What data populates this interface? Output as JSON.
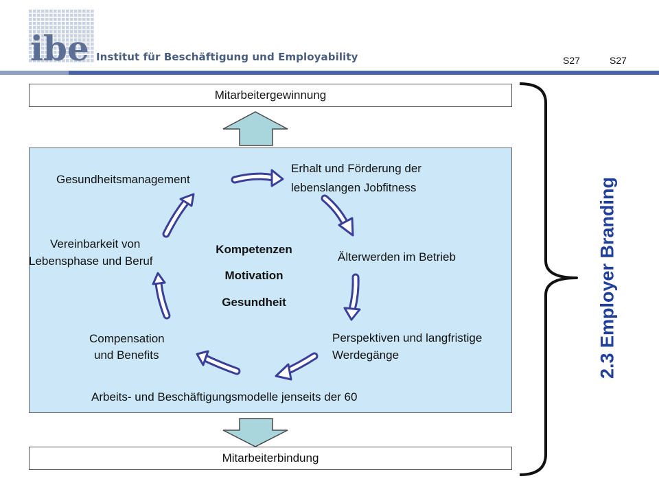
{
  "header": {
    "logo_text": "ibe",
    "institute": "Institut für Beschäftigung und Employability",
    "slide_number_left": "S27",
    "slide_number_right": "S27",
    "line_color": "#4a63a8"
  },
  "diagram": {
    "top_box": "Mitarbeitergewinnung",
    "bottom_box": "Mitarbeiterbindung",
    "center": [
      "Kompetenzen",
      "Motivation",
      "Gesundheit"
    ],
    "cycle": [
      "Gesundheitsmanagement",
      "Erhalt und Förderung der",
      "lebenslangen Jobfitness",
      "Älterwerden im Betrieb",
      "Perspektiven und langfristige",
      "Werdegänge",
      "Arbeits- und Beschäftigungsmodelle jenseits der 60",
      "Compensation",
      "und Benefits",
      "Vereinbarkeit von",
      "Lebensphase und Beruf"
    ],
    "side_label": "2.3 Employer Branding",
    "colors": {
      "panel": "#cce8f8",
      "arrow_fill": "#ffffff",
      "arrow_stroke": "#3a3f9a",
      "block_arrow": "#a9d6dd",
      "side_label": "#1f3f9a"
    }
  }
}
